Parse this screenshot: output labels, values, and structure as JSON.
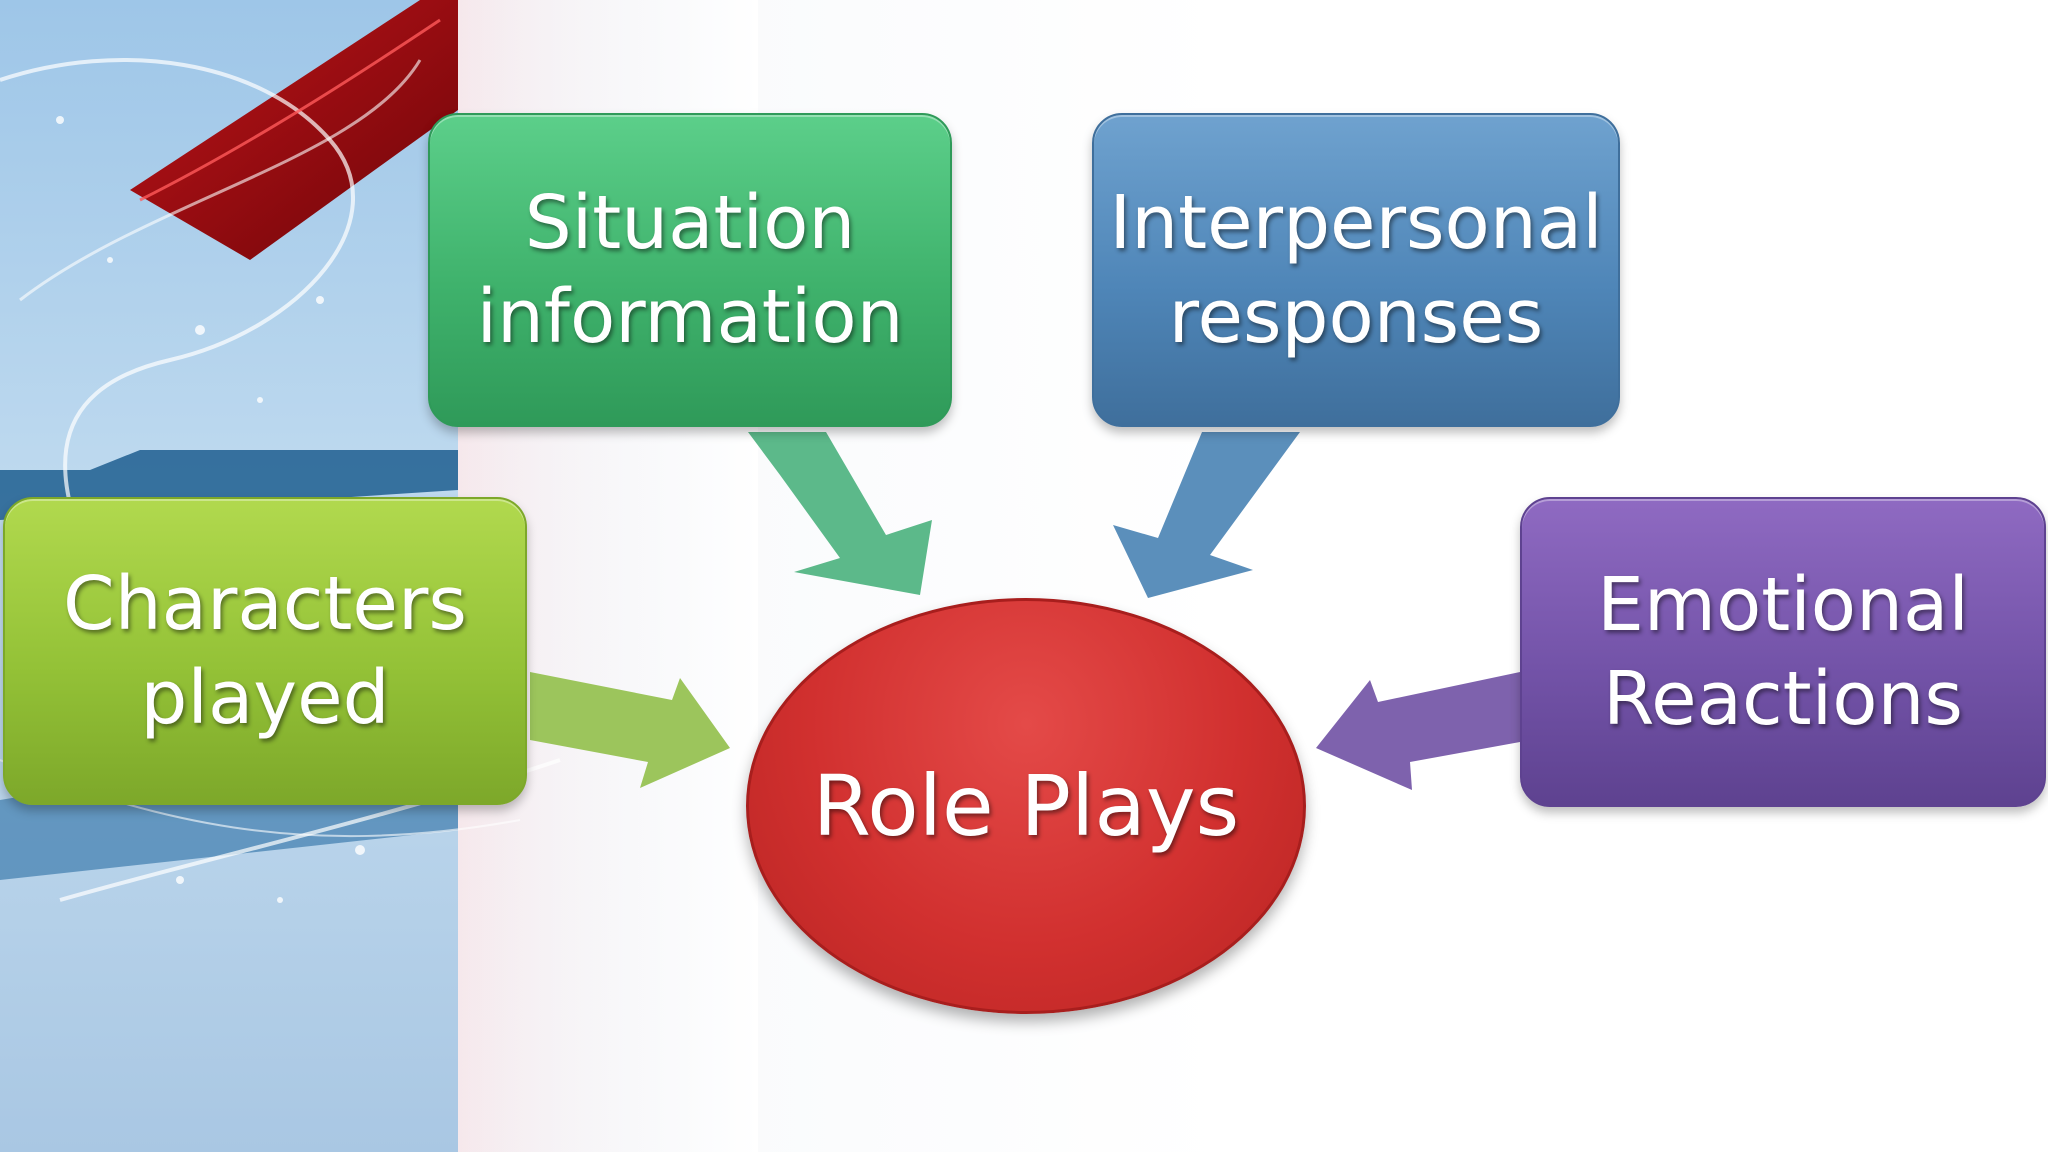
{
  "diagram": {
    "center": {
      "label": "Role Plays",
      "color": "#d1302f"
    },
    "nodes": [
      {
        "id": "situation",
        "label": "Situation\ninformation",
        "color": "#3fb26c"
      },
      {
        "id": "interpersonal",
        "label": "Interpersonal\nresponses",
        "color": "#4f86b8"
      },
      {
        "id": "characters",
        "label": "Characters\nplayed",
        "color": "#94c237"
      },
      {
        "id": "emotional",
        "label": "Emotional\nReactions",
        "color": "#7353a8"
      }
    ],
    "edges": [
      {
        "from": "situation",
        "to": "center"
      },
      {
        "from": "interpersonal",
        "to": "center"
      },
      {
        "from": "characters",
        "to": "center"
      },
      {
        "from": "emotional",
        "to": "center"
      }
    ]
  }
}
